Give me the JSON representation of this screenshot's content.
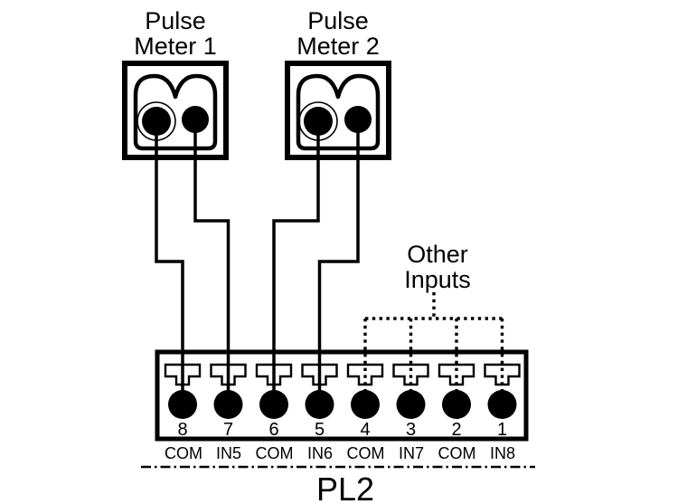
{
  "meters": [
    {
      "title_line1": "Pulse",
      "title_line2": "Meter 1"
    },
    {
      "title_line1": "Pulse",
      "title_line2": "Meter 2"
    }
  ],
  "other_inputs": {
    "line1": "Other",
    "line2": "Inputs"
  },
  "connector": {
    "label": "PL2",
    "pins": [
      {
        "number": "8",
        "signal": "COM"
      },
      {
        "number": "7",
        "signal": "IN5"
      },
      {
        "number": "6",
        "signal": "COM"
      },
      {
        "number": "5",
        "signal": "IN6"
      },
      {
        "number": "4",
        "signal": "COM"
      },
      {
        "number": "3",
        "signal": "IN7"
      },
      {
        "number": "2",
        "signal": "COM"
      },
      {
        "number": "1",
        "signal": "IN8"
      }
    ]
  },
  "colors": {
    "ink": "#000000",
    "background": "#ffffff"
  }
}
